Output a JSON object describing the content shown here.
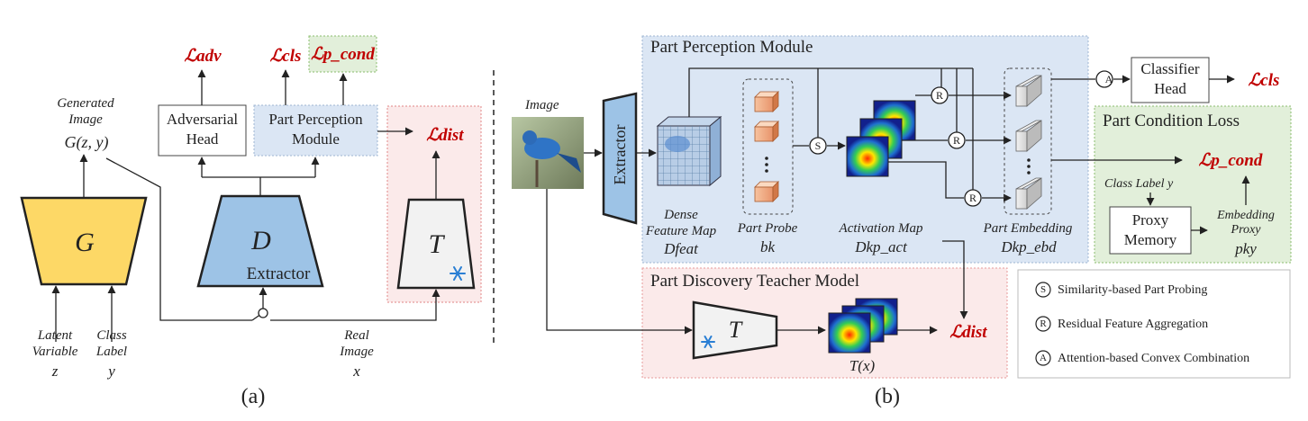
{
  "panel_a": {
    "generator": "G",
    "discriminator": "D",
    "extractor_label": "Extractor",
    "teacher": "T",
    "generated_image": [
      "Generated",
      "Image"
    ],
    "generated_formula": "G(z, y)",
    "adversarial_head": [
      "Adversarial",
      "Head"
    ],
    "part_perception_module": [
      "Part Perception",
      "Module"
    ],
    "loss_adv": "ℒadv",
    "loss_cls": "ℒcls",
    "loss_p_cond": "ℒp_cond",
    "loss_dist": "ℒdist",
    "latent_variable": [
      "Latent",
      "Variable"
    ],
    "latent_symbol": "z",
    "class_label": [
      "Class",
      "Label"
    ],
    "class_symbol": "y",
    "real_image": [
      "Real",
      "Image"
    ],
    "real_symbol": "x",
    "caption": "(a)"
  },
  "panel_b": {
    "ppm_title": "Part Perception Module",
    "image_label": "Image",
    "extractor_label": "Extractor",
    "dense_feature_map": [
      "Dense",
      "Feature Map"
    ],
    "d_feat": "Dfeat",
    "part_probe": "Part Probe",
    "b_k": "bk",
    "activation_map": "Activation Map",
    "d_p_act": "Dkp_act",
    "part_embedding": "Part Embedding",
    "d_p_ebd": "Dkp_ebd",
    "classifier_head": [
      "Classifier",
      "Head"
    ],
    "loss_cls": "ℒcls",
    "pcl_title": "Part Condition Loss",
    "loss_p_cond": "ℒp_cond",
    "class_label_y": "Class Label  y",
    "proxy_memory": [
      "Proxy",
      "Memory"
    ],
    "embedding_proxy": [
      "Embedding",
      "Proxy"
    ],
    "p_y_k": "pky",
    "pdtm_title": "Part Discovery Teacher Model",
    "teacher": "T",
    "t_of_x": "T(x)",
    "loss_dist": "ℒdist",
    "legend": [
      {
        "symbol": "S",
        "text": "Similarity-based Part Probing"
      },
      {
        "symbol": "R",
        "text": "Residual Feature Aggregation"
      },
      {
        "symbol": "A",
        "text": "Attention-based Convex Combination"
      }
    ],
    "caption": "(b)"
  },
  "colors": {
    "generator_fill": "#fdd866",
    "extractor_fill": "#9dc3e6",
    "ppm_region": "#dbe6f4",
    "teacher_region": "#fbeaea",
    "pcl_region": "#e2efda",
    "loss_red": "#c00000"
  }
}
